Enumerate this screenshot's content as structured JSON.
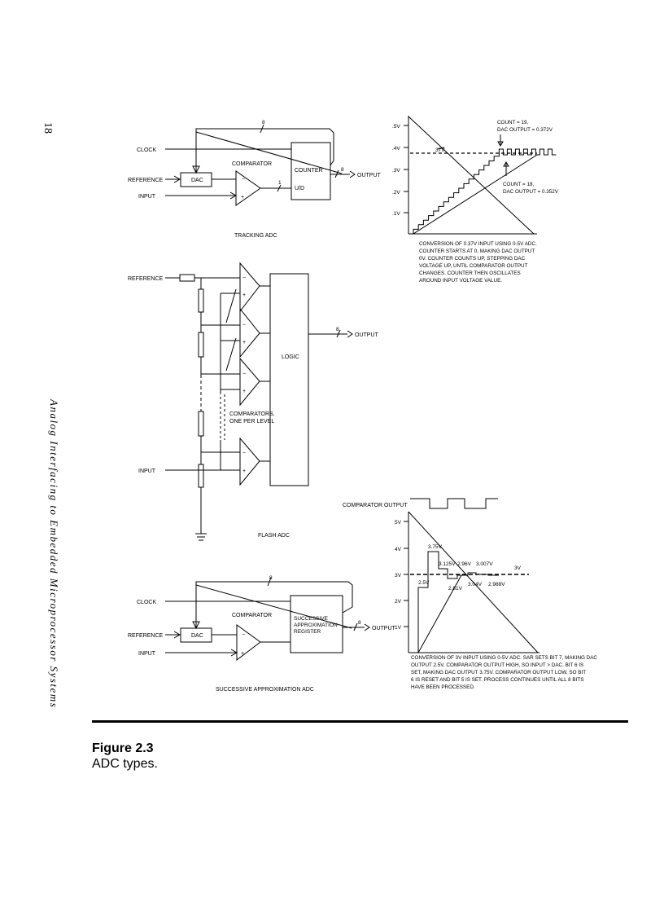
{
  "page": {
    "number": "18",
    "book_title": "Analog Interfacing to Embedded Microprocessor Systems",
    "figure_label": "Figure 2.3",
    "figure_caption": "ADC types."
  },
  "tracking_adc": {
    "clock": "CLOCK",
    "reference": "REFERENCE",
    "input": "INPUT",
    "dac": "DAC",
    "comparator": "COMPARATOR",
    "counter": "COUNTER",
    "ud": "U/D",
    "bus8a": "8",
    "bus8b": "8",
    "bus1": "1",
    "output": "OUTPUT",
    "title": "TRACKING ADC",
    "minus": "−",
    "plus": "+"
  },
  "tracking_graph": {
    "y_ticks": [
      ".5V",
      ".4V",
      ".3V",
      ".2V",
      ".1V"
    ],
    "ref_value": "37V",
    "count19": "COUNT = 19,",
    "dac19": "DAC OUTPUT = 0.372V",
    "count18": "COUNT = 18,",
    "dac18": "DAC OUTPUT = 0.352V",
    "caption": [
      "CONVERSION OF 0.37V INPUT USING 0-5V ADC.",
      "COUNTER STARTS AT 0, MAKING DAC OUTPUT",
      "0V.  COUNTER COUNTS UP, STEPPING DAC",
      "VOLTAGE UP, UNTIL COMPARATOR OUTPUT",
      "CHANGES.  COUNTER THEN OSCILLATES",
      "AROUND INPUT VOLTAGE VALUE."
    ]
  },
  "flash_adc": {
    "reference": "REFERENCE",
    "input": "INPUT",
    "logic": "LOGIC",
    "bus8": "8",
    "output": "OUTPUT",
    "comparators_line1": "COMPARATORS,",
    "comparators_line2": "ONE PER LEVEL",
    "title": "FLASH ADC",
    "minus": "−",
    "plus": "+"
  },
  "sar_graph": {
    "comparator_output": "COMPARATOR OUTPUT",
    "y_ticks": [
      "5V",
      "4V",
      "3V",
      "2V",
      "1V"
    ],
    "labels": {
      "v375": "3.75V",
      "v3125": "3.125V",
      "v296": "2.96V",
      "v3007": "3.007V",
      "v3": "3V",
      "v25": "2.5V",
      "v281": "2.81V",
      "v304": "3.04V",
      "v2988": "2.988V"
    },
    "caption": [
      "CONVERSION OF 3V INPUT USING 0-5V ADC. SAR SETS BIT 7, MAKING DAC",
      "OUTPUT 2.5V. COMPARATOR OUTPUT HIGH, SO  INPUT > DAC.  BIT 6 IS",
      "SET, MAKING DAC OUTPUT 3.75V. COMPARATOR OUTPUT LOW, SO BIT",
      "6 IS RESET AND BIT 5 IS SET. PROCESS CONTINUES UNTIL ALL 8 BITS",
      "HAVE BEEN PROCESSED."
    ]
  },
  "sar_adc": {
    "clock": "CLOCK",
    "reference": "REFERENCE",
    "input": "INPUT",
    "dac": "DAC",
    "comparator": "COMPARATOR",
    "sar1": "SUCCESSIVE",
    "sar2": "APPROXIMATION",
    "sar3": "REGISTER",
    "bus8a": "8",
    "bus8b": "8",
    "output": "OUTPUT",
    "title": "SUCCESSIVE APPROXIMATION ADC",
    "minus": "−",
    "plus": "+"
  }
}
